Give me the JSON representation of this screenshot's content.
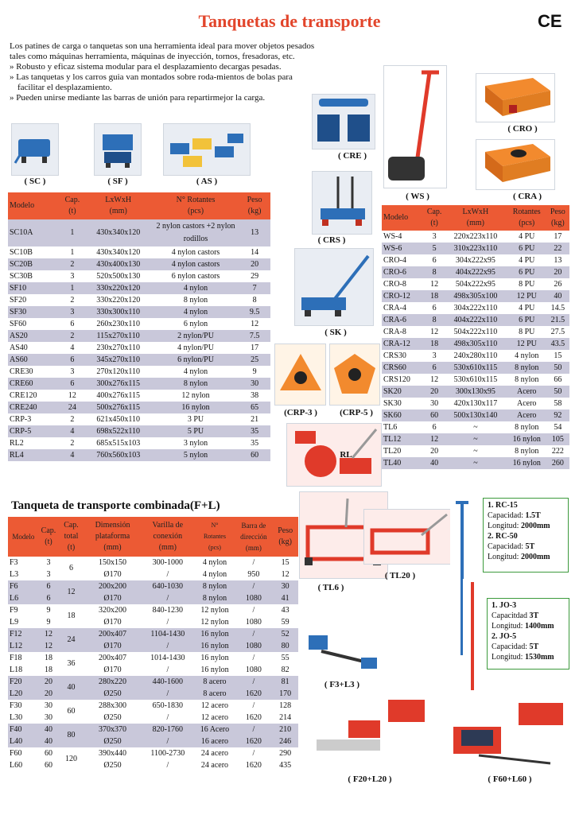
{
  "title": "Tanquetas de transporte",
  "ce_mark": "CE",
  "intro": {
    "paragraph": "Los patines de carga o tanquetas son una herramienta ideal para mover objetos pesados tales como máquinas herramienta, máquinas de inyección, tornos, fresadoras, etc.",
    "bullets": [
      "Robusto y eficaz sistema modular para el desplazamiento decargas pesadas.",
      "Las tanquetas y los carros guia van montados sobre roda-mientos de bolas para facilitar el desplazamiento.",
      "Pueden unirse mediante las barras de unión para repartirmejor la carga."
    ],
    "bullet_mark": "»"
  },
  "captions": {
    "sc": "( SC )",
    "sf": "( SF )",
    "as": "( AS )",
    "cre": "( CRE )",
    "crs": "( CRS )",
    "ws": "( WS )",
    "cro": "( CRO )",
    "cra": "( CRA )",
    "sk": "( SK )",
    "crp3": "(CRP-3 )",
    "crp5": "(CRP-5 )",
    "rl": "RL",
    "tl20": "( TL20 )",
    "tl6": "( TL6 )",
    "f3l3": "( F3+L3 )",
    "f20l20": "( F20+L20 )",
    "f60l60": "( F60+L60 )"
  },
  "table1": {
    "headers": [
      "Modelo",
      "Cap.\n(t)",
      "LxWxH\n(mm)",
      "N° Rotantes\n(pcs)",
      "Peso\n(kg)"
    ],
    "rows": [
      [
        "SC10A",
        "1",
        "430x340x120",
        "2 nylon castors +2 nylon rodillos",
        "13"
      ],
      [
        "SC10B",
        "1",
        "430x340x120",
        "4 nylon castors",
        "14"
      ],
      [
        "SC20B",
        "2",
        "430x400x130",
        "4 nylon castors",
        "20"
      ],
      [
        "SC30B",
        "3",
        "520x500x130",
        "6 nylon castors",
        "29"
      ],
      [
        "SF10",
        "1",
        "330x220x120",
        "4 nylon",
        "7"
      ],
      [
        "SF20",
        "2",
        "330x220x120",
        "8 nylon",
        "8"
      ],
      [
        "SF30",
        "3",
        "330x300x110",
        "4 nylon",
        "9.5"
      ],
      [
        "SF60",
        "6",
        "260x230x110",
        "6 nylon",
        "12"
      ],
      [
        "AS20",
        "2",
        "115x270x110",
        "2 nylon/PU",
        "7.5"
      ],
      [
        "AS40",
        "4",
        "230x270x110",
        "4 nylon/PU",
        "17"
      ],
      [
        "AS60",
        "6",
        "345x270x110",
        "6 nylon/PU",
        "25"
      ],
      [
        "CRE30",
        "3",
        "270x120x110",
        "4 nylon",
        "9"
      ],
      [
        "CRE60",
        "6",
        "300x276x115",
        "8 nylon",
        "30"
      ],
      [
        "CRE120",
        "12",
        "400x276x115",
        "12 nylon",
        "38"
      ],
      [
        "CRE240",
        "24",
        "500x276x115",
        "16 nylon",
        "65"
      ],
      [
        "CRP-3",
        "2",
        "621x450x110",
        "3 PU",
        "21"
      ],
      [
        "CRP-5",
        "4",
        "698x522x110",
        "5 PU",
        "35"
      ],
      [
        "RL2",
        "2",
        "685x515x103",
        "3 nylon",
        "35"
      ],
      [
        "RL4",
        "4",
        "760x560x103",
        "5 nylon",
        "60"
      ]
    ]
  },
  "table2": {
    "headers": [
      "Modelo",
      "Cap.\n(t)",
      "LxWxH\n(mm)",
      "Rotantes\n(pcs)",
      "Peso\n(kg)"
    ],
    "rows": [
      [
        "WS-4",
        "3",
        "220x223x110",
        "4 PU",
        "17"
      ],
      [
        "WS-6",
        "5",
        "310x223x110",
        "6 PU",
        "22"
      ],
      [
        "CRO-4",
        "6",
        "304x222x95",
        "4 PU",
        "13"
      ],
      [
        "CRO-6",
        "8",
        "404x222x95",
        "6 PU",
        "20"
      ],
      [
        "CRO-8",
        "12",
        "504x222x95",
        "8 PU",
        "26"
      ],
      [
        "CRO-12",
        "18",
        "498x305x100",
        "12 PU",
        "40"
      ],
      [
        "CRA-4",
        "6",
        "304x222x110",
        "4 PU",
        "14.5"
      ],
      [
        "CRA-6",
        "8",
        "404x222x110",
        "6 PU",
        "21.5"
      ],
      [
        "CRA-8",
        "12",
        "504x222x110",
        "8 PU",
        "27.5"
      ],
      [
        "CRA-12",
        "18",
        "498x305x110",
        "12 PU",
        "43.5"
      ],
      [
        "CRS30",
        "3",
        "240x280x110",
        "4 nylon",
        "15"
      ],
      [
        "CRS60",
        "6",
        "530x610x115",
        "8 nylon",
        "50"
      ],
      [
        "CRS120",
        "12",
        "530x610x115",
        "8 nylon",
        "66"
      ],
      [
        "SK20",
        "20",
        "300x130x95",
        "Acero",
        "50"
      ],
      [
        "SK30",
        "30",
        "420x130x117",
        "Acero",
        "58"
      ],
      [
        "SK60",
        "60",
        "500x130x140",
        "Acero",
        "92"
      ],
      [
        "TL6",
        "6",
        "~",
        "8 nylon",
        "54"
      ],
      [
        "TL12",
        "12",
        "~",
        "16 nylon",
        "105"
      ],
      [
        "TL20",
        "20",
        "~",
        "8 nylon",
        "222"
      ],
      [
        "TL40",
        "40",
        "~",
        "16 nylon",
        "260"
      ]
    ]
  },
  "section_title": "Tanqueta de transporte combinada(F+L)",
  "table3": {
    "headers": [
      "Modelo",
      "Cap.\n(t)",
      "Cap.\ntotal\n(t)",
      "Dimensión\nplataforma\n(mm)",
      "Varilla de\nconexión\n(mm)",
      "N°\nRotantes\n(pcs)",
      "Barra de\ndirección\n(mm)",
      "Peso\n(kg)"
    ],
    "groups": [
      {
        "total": "6",
        "rows": [
          [
            "F3",
            "3",
            "150x150",
            "300-1000",
            "4 nylon",
            "/",
            "15"
          ],
          [
            "L3",
            "3",
            "Ø170",
            "/",
            "4 nylon",
            "950",
            "12"
          ]
        ]
      },
      {
        "total": "12",
        "rows": [
          [
            "F6",
            "6",
            "200x200",
            "640-1030",
            "8 nylon",
            "/",
            "30"
          ],
          [
            "L6",
            "6",
            "Ø170",
            "/",
            "8 nylon",
            "1080",
            "41"
          ]
        ]
      },
      {
        "total": "18",
        "rows": [
          [
            "F9",
            "9",
            "320x200",
            "840-1230",
            "12 nylon",
            "/",
            "43"
          ],
          [
            "L9",
            "9",
            "Ø170",
            "/",
            "12 nylon",
            "1080",
            "59"
          ]
        ]
      },
      {
        "total": "24",
        "rows": [
          [
            "F12",
            "12",
            "200x407",
            "1104-1430",
            "16 nylon",
            "/",
            "52"
          ],
          [
            "L12",
            "12",
            "Ø170",
            "/",
            "16 nylon",
            "1080",
            "80"
          ]
        ]
      },
      {
        "total": "36",
        "rows": [
          [
            "F18",
            "18",
            "200x407",
            "1014-1430",
            "16 nylon",
            "/",
            "55"
          ],
          [
            "L18",
            "18",
            "Ø170",
            "/",
            "16 nylon",
            "1080",
            "82"
          ]
        ]
      },
      {
        "total": "40",
        "rows": [
          [
            "F20",
            "20",
            "280x220",
            "440-1600",
            "8 acero",
            "/",
            "81"
          ],
          [
            "L20",
            "20",
            "Ø250",
            "/",
            "8 acero",
            "1620",
            "170"
          ]
        ]
      },
      {
        "total": "60",
        "rows": [
          [
            "F30",
            "30",
            "288x300",
            "650-1830",
            "12 acero",
            "/",
            "128"
          ],
          [
            "L30",
            "30",
            "Ø250",
            "/",
            "12 acero",
            "1620",
            "214"
          ]
        ]
      },
      {
        "total": "80",
        "rows": [
          [
            "F40",
            "40",
            "370x370",
            "820-1760",
            "16 Acero",
            "/",
            "210"
          ],
          [
            "L40",
            "40",
            "Ø250",
            "/",
            "16 acero",
            "1620",
            "246"
          ]
        ]
      },
      {
        "total": "120",
        "rows": [
          [
            "F60",
            "60",
            "390x440",
            "1100-2730",
            "24 acero",
            "/",
            "290"
          ],
          [
            "L60",
            "60",
            "Ø250",
            "/",
            "24 acero",
            "1620",
            "435"
          ]
        ]
      }
    ]
  },
  "info_rc": {
    "lines": [
      {
        "label": "1. RC-15",
        "bold": true
      },
      {
        "label": "Capacidad: ",
        "value": "1.5T"
      },
      {
        "label": "Longitud: ",
        "value": "2000mm"
      },
      {
        "label": "2. RC-50",
        "bold": true
      },
      {
        "label": "Capacidad: ",
        "value": "5T"
      },
      {
        "label": "Longitud: ",
        "value": "2000mm"
      }
    ]
  },
  "info_jo": {
    "lines": [
      {
        "label": "1. JO-3",
        "bold": true
      },
      {
        "label": "Capacitdad ",
        "value": "3T"
      },
      {
        "label": "Longitud: ",
        "value": "1400mm"
      },
      {
        "label": "2. JO-5",
        "bold": true
      },
      {
        "label": "Capacidad: ",
        "value": "5T"
      },
      {
        "label": "Longitud: ",
        "value": "1530mm"
      }
    ]
  },
  "colors": {
    "accent": "#e2452b",
    "header": "#ec5a34",
    "stripe": "#c9c8da",
    "product_orange": "#f28a2e",
    "product_red": "#e03a2a",
    "product_blue": "#2d6fb8"
  }
}
